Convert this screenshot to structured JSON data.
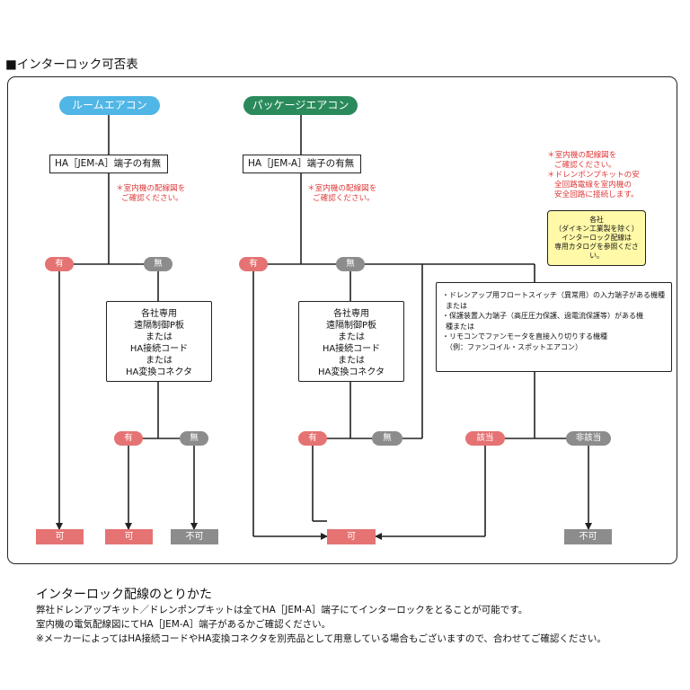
{
  "heading": "■インターロック可否表",
  "categories": {
    "room": "ルームエアコン",
    "package": "パッケージエアコン"
  },
  "terminal_question": "HA［JEM-A］端子の有無",
  "red_note_wiring": [
    "＊室内機の配線図を",
    "ご確認ください。"
  ],
  "red_note_drain": [
    "＊室内機の配線図を",
    "ご確認ください。",
    "＊ドレンポンプキットの安",
    "全回路電線を室内機の",
    "安全回路に接続します。"
  ],
  "yellow_note": [
    "各社",
    "（ダイキン工業製を除く）",
    "インターロック配線は",
    "専用カタログを参照ください。"
  ],
  "adapter_box": [
    "各社専用",
    "遠隔制御P板",
    "または",
    "HA接続コード",
    "または",
    "HA変換コネクタ"
  ],
  "condition_box": [
    "・ドレンアップ用フロートスイッチ（異常用）の入力端子がある機種",
    "または",
    "・保護装置入力端子（高圧圧力保護、過電流保護等）がある機",
    "種または",
    "・リモコンでファンモータを直接入り切りする機種",
    "（例：ファンコイル・スポットエアコン）"
  ],
  "decisions": {
    "yes": "有",
    "no": "無",
    "applicable": "該当",
    "not_applicable": "非該当"
  },
  "results": {
    "ok": "可",
    "ng": "不可"
  },
  "section_title": "インターロック配線のとりかた",
  "footnotes": [
    "弊社ドレンアップキット／ドレンポンプキットは全てHA［JEM-A］端子にてインターロックをとることが可能です。",
    "室内機の電気配線図にてHA［JEM-A］端子があるかご確認ください。",
    "※メーカーによってはHA接続コードやHA変換コネクタを別売品として用意している場合もございますので、合わせてご確認ください。"
  ],
  "colors": {
    "room_category": "#4fb6e6",
    "package_category": "#2a8a5c",
    "yes_ok": "#e57373",
    "no_ng": "#8c8c8c",
    "note_red": "#e03a3a",
    "note_yellow": "#fff9a8"
  }
}
